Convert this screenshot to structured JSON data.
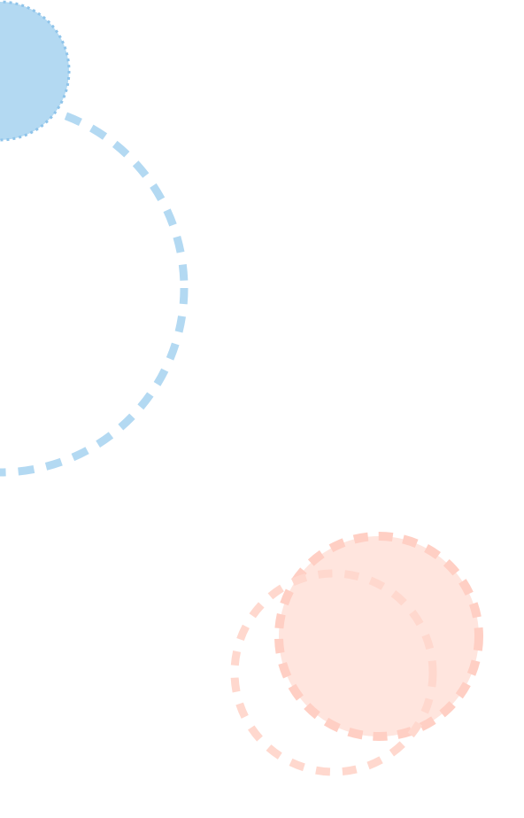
{
  "colors": {
    "background": "#ffffff",
    "blue_fill": "#b3d9f2",
    "blue_stroke": "#8fc4ea",
    "blue_dash": "#b3d9f2",
    "salmon_fill": "#ffe5de",
    "salmon_dash": "#ffcfc4",
    "salmon_dash_light": "#ffd8ce"
  },
  "shapes": [
    {
      "name": "blue-filled-circle",
      "style": "filled-dotted-outline"
    },
    {
      "name": "blue-dashed-ring",
      "style": "dashed"
    },
    {
      "name": "salmon-filled-circle",
      "style": "filled-dashed-outline"
    },
    {
      "name": "salmon-dashed-ring",
      "style": "dashed"
    }
  ]
}
